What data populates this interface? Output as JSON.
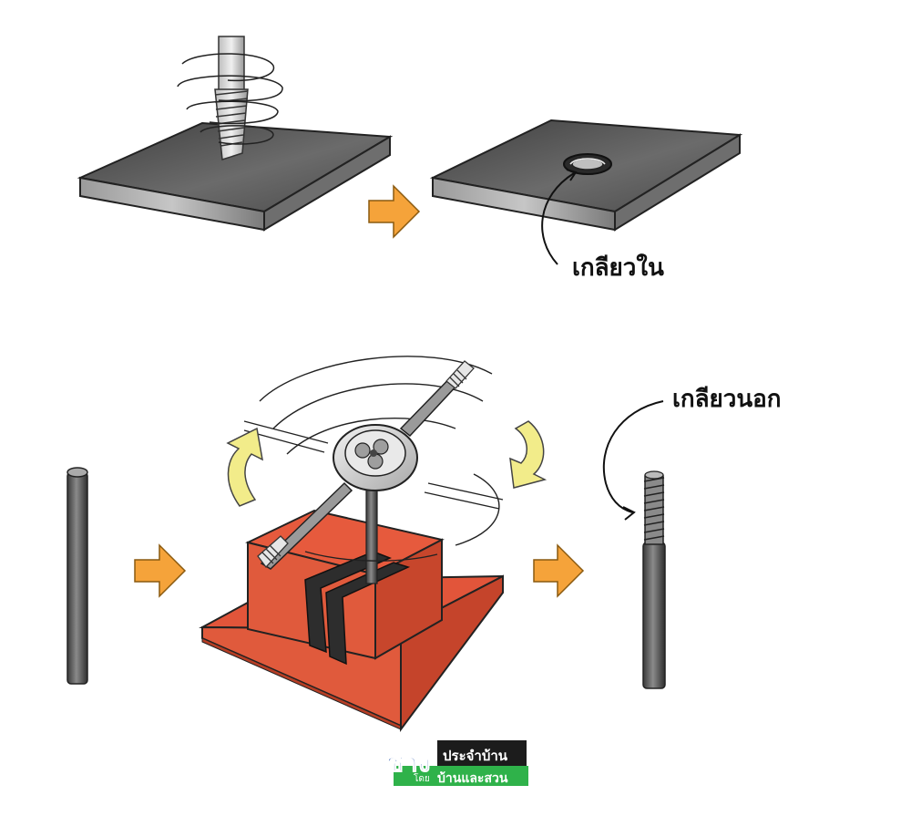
{
  "labels": {
    "internal_thread": "เกลียวใน",
    "external_thread": "เกลียวนอก"
  },
  "logo": {
    "brand_main": "ช่าง",
    "brand_sub": "ประจำบ้าน",
    "byline_prefix": "โดย",
    "byline_name": "บ้านและสวน"
  },
  "colors": {
    "plate_top": "#5a5a5a",
    "plate_side": "#8a8a8a",
    "arrow_orange": "#f5a33a",
    "arrow_yellow": "#f2ec8a",
    "vise_red": "#e2553a",
    "rod": "#555555",
    "logo_green": "#2fb24a"
  },
  "icons": {
    "step_arrows": "right-arrow-icon",
    "rotation_arrows": "curved-rotation-arrow-icon"
  }
}
